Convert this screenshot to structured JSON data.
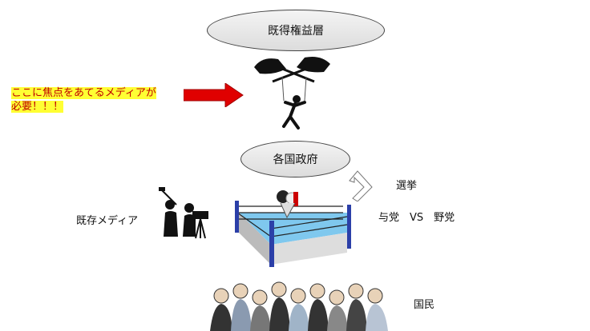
{
  "top_group": {
    "label": "既得権益層"
  },
  "government": {
    "label": "各国政府"
  },
  "callout": {
    "line1": "ここに焦点をあてるメディアが",
    "line2": "必要！！！"
  },
  "election": {
    "label": "選挙"
  },
  "parties": {
    "label": "与党　VS　野党"
  },
  "media": {
    "label": "既存メディア"
  },
  "citizens": {
    "label": "国民"
  },
  "colors": {
    "arrow": "#e00000",
    "highlight": "#ffff33",
    "callout_text": "#c00000",
    "ring_post": "#2b3fa8",
    "ring_mat": "#7fc8ee"
  }
}
